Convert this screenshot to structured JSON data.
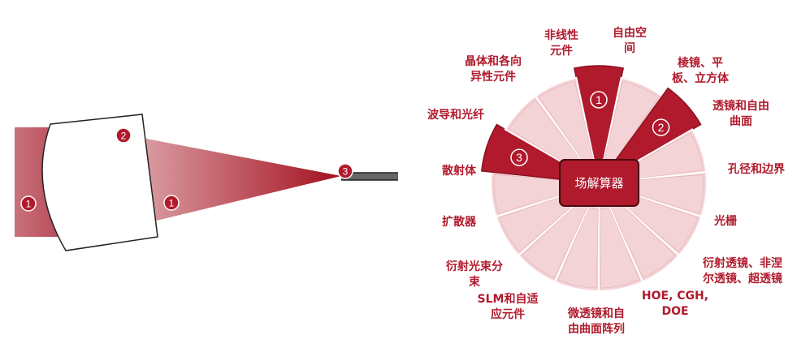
{
  "hub": {
    "label": "场解算器"
  },
  "markers": {
    "one": "1",
    "two": "2",
    "three": "3"
  },
  "segments": [
    {
      "lines": [
        "自由空",
        "间"
      ],
      "highlight": true,
      "marker": "1"
    },
    {
      "lines": [
        "棱镜、平",
        "板、立方体"
      ],
      "highlight": false
    },
    {
      "lines": [
        "透镜和自由",
        "曲面"
      ],
      "highlight": true,
      "marker": "2"
    },
    {
      "lines": [
        "孔径和边界"
      ],
      "highlight": false
    },
    {
      "lines": [
        "光栅"
      ],
      "highlight": false
    },
    {
      "lines": [
        "衍射透镜、非涅",
        "尔透镜、超透镜"
      ],
      "highlight": false
    },
    {
      "lines": [
        "HOE, CGH,",
        "DOE"
      ],
      "highlight": false
    },
    {
      "lines": [
        "微透镜和自",
        "由曲面阵列"
      ],
      "highlight": false
    },
    {
      "lines": [
        "SLM和自适",
        "应元件"
      ],
      "highlight": false
    },
    {
      "lines": [
        "衍射光束分",
        "束"
      ],
      "highlight": false
    },
    {
      "lines": [
        "扩散器"
      ],
      "highlight": false
    },
    {
      "lines": [
        "散射体"
      ],
      "highlight": false
    },
    {
      "lines": [
        "波导和光纤"
      ],
      "highlight": true,
      "marker": "3"
    },
    {
      "lines": [
        "晶体和各向",
        "异性元件"
      ],
      "highlight": false
    },
    {
      "lines": [
        "非线性",
        "元件"
      ],
      "highlight": false
    }
  ],
  "colors": {
    "accent": "#b01a2c",
    "segment_fill": "#f4d3d6",
    "segment_stroke": "#ffffff",
    "segment_outline": "#8c1020",
    "marker_fill": "#b01a2c",
    "fiber_core": "#666666"
  }
}
